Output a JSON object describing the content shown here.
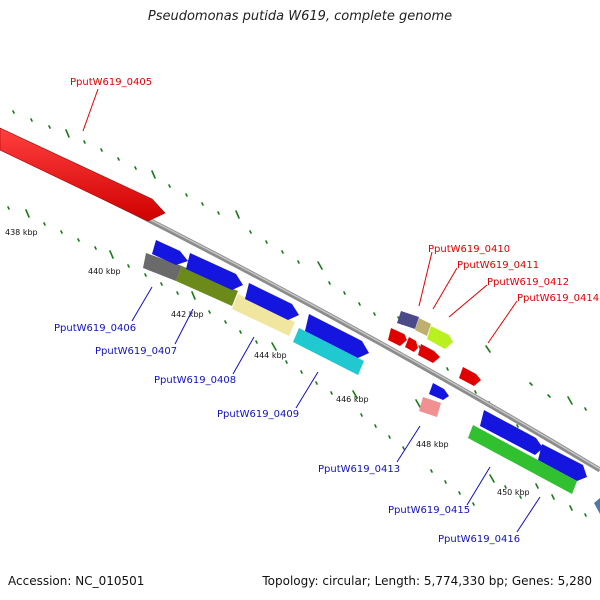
{
  "header": {
    "title": "Pseudomonas putida W619, complete genome"
  },
  "footer": {
    "accession": "Accession: NC_010501",
    "topology": "Topology: circular; Length: 5,774,330 bp; Genes: 5,280"
  },
  "map": {
    "backbone_color": "#8c8c8c",
    "tick_color": "#1a7a1a",
    "kbp_labels": [
      "438 kbp",
      "440 kbp",
      "442 kbp",
      "444 kbp",
      "446 kbp",
      "448 kbp",
      "450 kbp"
    ],
    "genes_forward_strand_labels": [
      "PputW619_0405",
      "PputW619_0410",
      "PputW619_0411",
      "PputW619_0412",
      "PputW619_0414"
    ],
    "genes_reverse_strand_labels": [
      "PputW619_0406",
      "PputW619_0407",
      "PputW619_0408",
      "PputW619_0409",
      "PputW619_0413",
      "PputW619_0415",
      "PputW619_0416"
    ],
    "forward_label_color": "#e00000",
    "reverse_label_color": "#1010c0"
  }
}
